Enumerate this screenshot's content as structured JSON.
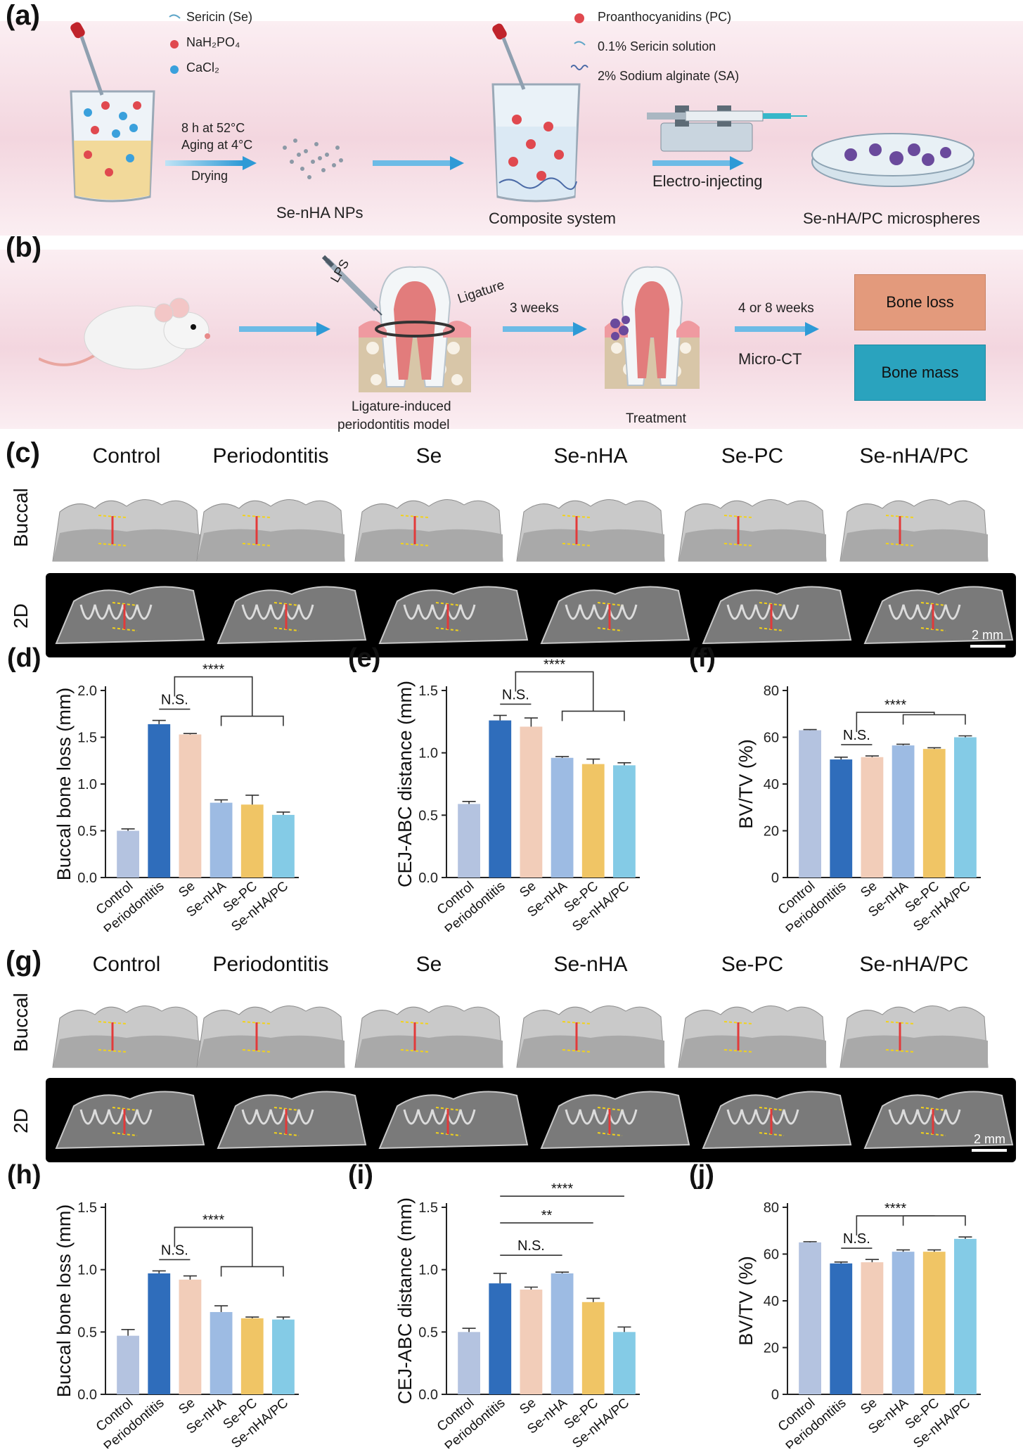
{
  "panel_a": {
    "label": "(a)",
    "legend_left": [
      "Sericin (Se)",
      "NaH₂PO₄",
      "CaCl₂"
    ],
    "legend_right": [
      "Proanthocyanidins (PC)",
      "0.1% Sericin solution",
      "2% Sodium alginate (SA)"
    ],
    "step1": [
      "8 h at 52°C",
      "Aging at 4°C",
      "Drying"
    ],
    "nps_label": "Se-nHA NPs",
    "composite_label": "Composite system",
    "electro_label": "Electro-injecting",
    "micro_label": "Se-nHA/PC microspheres",
    "colors": {
      "red_dot": "#e0494f",
      "blue_dot": "#3aa0dc",
      "band": "#f6dfe6"
    }
  },
  "panel_b": {
    "label": "(b)",
    "lps": "LPS",
    "ligature": "Ligature",
    "model_caption": [
      "Ligature-induced",
      "periodontitis model"
    ],
    "weeks3": "3 weeks",
    "treatment": "Treatment",
    "weeks48": "4 or 8 weeks",
    "microct": "Micro-CT",
    "bone_loss": "Bone loss",
    "bone_mass": "Bone mass",
    "colors": {
      "bone_loss": "#e39a7c",
      "bone_mass": "#2aa3be"
    }
  },
  "panel_c": {
    "label": "(c)",
    "groups": [
      "Control",
      "Periodontitis",
      "Se",
      "Se-nHA",
      "Se-PC",
      "Se-nHA/PC"
    ],
    "row1": "Buccal",
    "row2": "2D",
    "scale": "2 mm"
  },
  "panel_g": {
    "label": "(g)",
    "groups": [
      "Control",
      "Periodontitis",
      "Se",
      "Se-nHA",
      "Se-PC",
      "Se-nHA/PC"
    ],
    "row1": "Buccal",
    "row2": "2D",
    "scale": "2 mm"
  },
  "colors": {
    "series": [
      "#b4c3e0",
      "#2f6dbb",
      "#f2cdb9",
      "#9dbbe3",
      "#f0c565",
      "#84cbe6"
    ]
  },
  "chart_data": [
    {
      "id": "d",
      "label": "(d)",
      "type": "bar",
      "categories": [
        "Control",
        "Periodontitis",
        "Se",
        "Se-nHA",
        "Se-PC",
        "Se-nHA/PC"
      ],
      "values": [
        0.5,
        1.64,
        1.53,
        0.8,
        0.78,
        0.67
      ],
      "errors": [
        0.02,
        0.04,
        0.01,
        0.03,
        0.1,
        0.03
      ],
      "ylabel": "Buccal bone loss (mm)",
      "ylim": [
        0,
        2.0
      ],
      "yticks": [
        "0.0",
        "0.5",
        "1.0",
        "1.5",
        "2.0"
      ],
      "sig": {
        "ns": "N.S.",
        "stars": "****"
      }
    },
    {
      "id": "e",
      "label": "(e)",
      "type": "bar",
      "categories": [
        "Control",
        "Periodontitis",
        "Se",
        "Se-nHA",
        "Se-PC",
        "Se-nHA/PC"
      ],
      "values": [
        0.59,
        1.26,
        1.21,
        0.96,
        0.91,
        0.9
      ],
      "errors": [
        0.02,
        0.04,
        0.07,
        0.01,
        0.04,
        0.02
      ],
      "ylabel": "CEJ-ABC distance (mm)",
      "ylim": [
        0,
        1.5
      ],
      "yticks": [
        "0.0",
        "0.5",
        "1.0",
        "1.5"
      ],
      "sig": {
        "ns": "N.S.",
        "stars": "****"
      }
    },
    {
      "id": "f",
      "label": "(f)",
      "type": "bar",
      "categories": [
        "Control",
        "Periodontitis",
        "Se",
        "Se-nHA",
        "Se-PC",
        "Se-nHA/PC"
      ],
      "values": [
        63,
        50.5,
        51.5,
        56.5,
        55,
        60
      ],
      "errors": [
        0.3,
        1.0,
        0.5,
        0.5,
        0.5,
        0.6
      ],
      "ylabel": "BV/TV (%)",
      "ylim": [
        0,
        80
      ],
      "yticks": [
        "0",
        "20",
        "40",
        "60",
        "80"
      ],
      "sig": {
        "ns": "N.S.",
        "stars": "****"
      }
    },
    {
      "id": "h",
      "label": "(h)",
      "type": "bar",
      "categories": [
        "Control",
        "Periodontitis",
        "Se",
        "Se-nHA",
        "Se-PC",
        "Se-nHA/PC"
      ],
      "values": [
        0.47,
        0.97,
        0.92,
        0.66,
        0.61,
        0.6
      ],
      "errors": [
        0.05,
        0.02,
        0.03,
        0.05,
        0.01,
        0.02
      ],
      "ylabel": "Buccal bone loss (mm)",
      "ylim": [
        0,
        1.5
      ],
      "yticks": [
        "0.0",
        "0.5",
        "1.0",
        "1.5"
      ],
      "sig": {
        "ns": "N.S.",
        "stars": "****"
      }
    },
    {
      "id": "i",
      "label": "(i)",
      "type": "bar",
      "categories": [
        "Control",
        "Periodontitis",
        "Se",
        "Se-nHA",
        "Se-PC",
        "Se-nHA/PC"
      ],
      "values": [
        0.5,
        0.89,
        0.84,
        0.97,
        0.74,
        0.5
      ],
      "errors": [
        0.03,
        0.08,
        0.02,
        0.01,
        0.03,
        0.04
      ],
      "ylabel": "CEJ-ABC distance (mm)",
      "ylim": [
        0,
        1.5
      ],
      "yticks": [
        "0.0",
        "0.5",
        "1.0",
        "1.5"
      ],
      "sig": {
        "ns": "N.S.",
        "stars": "****",
        "stars2": "**"
      }
    },
    {
      "id": "j",
      "label": "(j)",
      "type": "bar",
      "categories": [
        "Control",
        "Periodontitis",
        "Se",
        "Se-nHA",
        "Se-PC",
        "Se-nHA/PC"
      ],
      "values": [
        65,
        56,
        56.5,
        61,
        61,
        66.5
      ],
      "errors": [
        0.3,
        0.6,
        1.2,
        0.8,
        0.8,
        0.8
      ],
      "ylabel": "BV/TV (%)",
      "ylim": [
        0,
        80
      ],
      "yticks": [
        "0",
        "20",
        "40",
        "60",
        "80"
      ],
      "sig": {
        "ns": "N.S.",
        "stars": "****"
      }
    }
  ]
}
